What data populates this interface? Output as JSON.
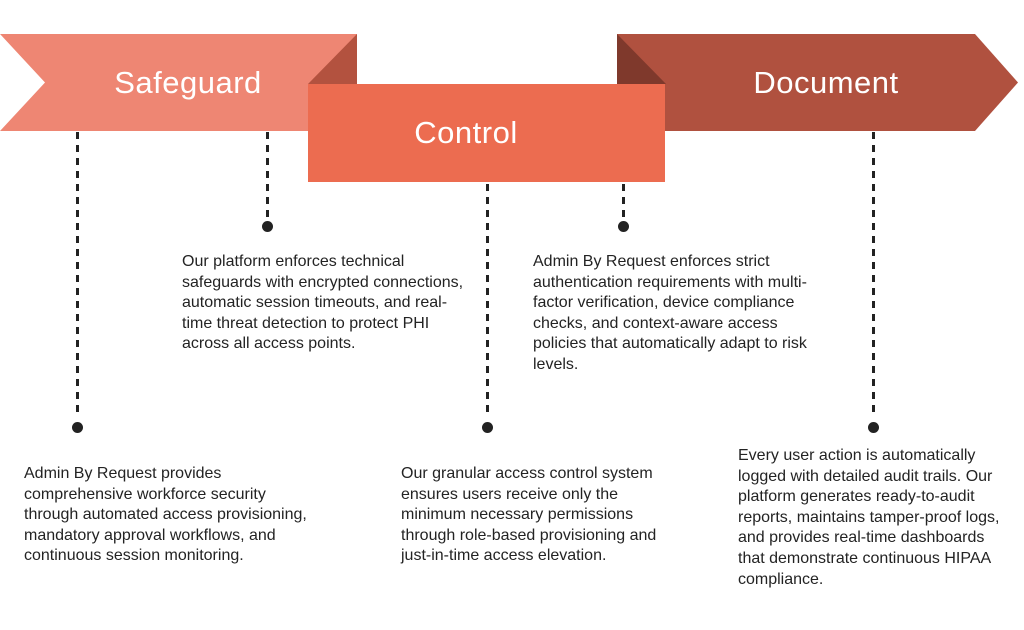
{
  "banners": [
    {
      "id": "safeguard",
      "label": "Safeguard",
      "color": "#ee8673"
    },
    {
      "id": "control",
      "label": "Control",
      "color": "#ec6c50"
    },
    {
      "id": "document",
      "label": "Document",
      "color": "#b0513f"
    }
  ],
  "fold_colors": {
    "safeguard_fold": "#b3523f",
    "document_fold": "#7f392c"
  },
  "connector_color": "#222222",
  "text_color": "#232323",
  "callouts": [
    {
      "id": "platform-safeguards",
      "banner": "Safeguard",
      "text": "Our platform enforces technical safeguards with encrypted connections, automatic session timeouts, and real-time threat detection to protect PHI across all access points."
    },
    {
      "id": "authentication-controls",
      "banner": "Document",
      "text": "Admin By Request enforces strict authentication requirements with multi-factor verification, device compliance checks, and context-aware access policies that automatically adapt to risk levels."
    },
    {
      "id": "workforce-security",
      "banner": "Safeguard",
      "text": "Admin By Request provides comprehensive workforce security through automated access provisioning, mandatory approval workflows, and continuous session monitoring."
    },
    {
      "id": "granular-access",
      "banner": "Control",
      "text": "Our granular access control system ensures users receive only the minimum necessary permissions through role-based provisioning and just-in-time access elevation."
    },
    {
      "id": "audit-logging",
      "banner": "Document",
      "text": "Every user action is automatically logged with detailed audit trails. Our platform generates ready-to-audit reports, maintains tamper-proof logs, and provides real-time dashboards that demonstrate continuous HIPAA compliance."
    }
  ]
}
